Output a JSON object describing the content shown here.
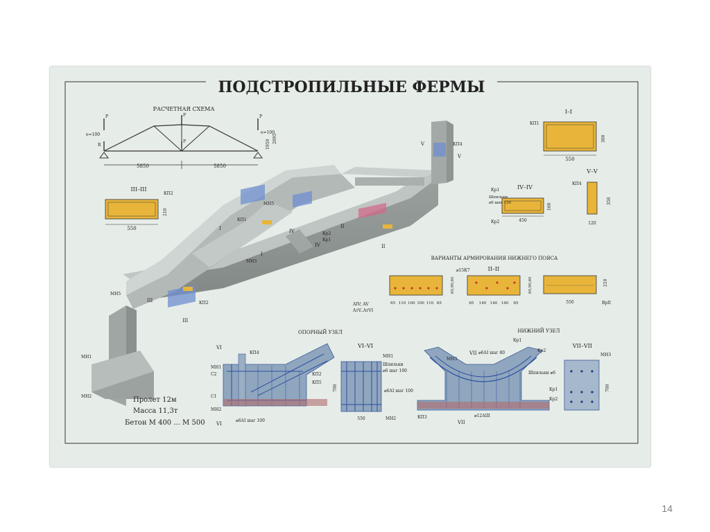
{
  "slide": {
    "page_number": "14"
  },
  "poster": {
    "title": "ПОДСТРОПИЛЬНЫЕ ФЕРМЫ",
    "corner_mark": "",
    "scheme": {
      "title": "РАСЧЕТНАЯ СХЕМА",
      "load_left": "P",
      "load_mid": "P",
      "load_right": "P",
      "load_bottom": "P",
      "left_support": "R",
      "offset_left": "e=100",
      "offset_right": "e=100",
      "height_a": "1950",
      "height_b": "2095",
      "span_left": "5850",
      "span_right": "5850"
    },
    "specs": {
      "span": "Пролет 12м",
      "mass": "Масса 11,3т",
      "concrete": "Бетон М 400 ... М 500"
    },
    "main_labels": {
      "mn5_top": "МН5",
      "kp1": "КП1",
      "kp4_top": "КП4",
      "v_left": "V",
      "v_right": "V",
      "i_top": "I",
      "i_bottom": "I",
      "iv_top": "IV",
      "iv_bottom": "IV",
      "ii_top": "II",
      "ii_bottom": "II",
      "kp2_mid": "Кр2",
      "kp1_mid": "Кр1",
      "mn3": "МН3",
      "iii_top": "III",
      "iii_bottom": "III",
      "kp2_low": "КП2",
      "mn5_low": "МН5",
      "mn1": "МН1",
      "mn2": "МН2"
    },
    "sections": {
      "s1": {
        "title": "I–I",
        "tag": "КП1",
        "height": "300",
        "width": "550"
      },
      "s3": {
        "title": "III–III",
        "tag": "КП2",
        "height": "210",
        "width": "550"
      },
      "s4": {
        "title": "IV–IV",
        "tag1": "Кр1",
        "note1": "Шпильки",
        "note2": "⌀6 шаг 150",
        "tag2": "Кр2",
        "height": "160",
        "width": "450"
      },
      "s5": {
        "title": "V–V",
        "tag": "КП4",
        "height": "350",
        "width": "120"
      }
    },
    "reinforcement": {
      "title": "ВАРИАНТЫ АРМИРОВАНИЯ НИЖНЕГО ПОЯСА",
      "section_title": "II–II",
      "bar_note": "⌀15К7",
      "dims_a": "60,90,60",
      "dims_b": "60,90,60",
      "steel_a": "AIV; AV",
      "steel_b": "AтV..AтVI",
      "spacing_a": [
        "65",
        "110",
        "100",
        "100",
        "110",
        "65"
      ],
      "spacing_b": [
        "65",
        "140",
        "140",
        "140",
        "65"
      ],
      "width": "550",
      "height": "210",
      "steel_c": "ВрII"
    },
    "support_node": {
      "title": "ОПОРНЫЙ УЗЕЛ",
      "section_title": "VI–VI",
      "labels": [
        "VI",
        "МН1",
        "С2",
        "С1",
        "МН2",
        "VI",
        "КП4",
        "КП2",
        "КП5"
      ],
      "stirrups": "⌀6АI шаг 100",
      "sec_mn1": "МН1",
      "sec_note1": "Шпильки",
      "sec_note2": "⌀6 шаг 100",
      "sec_stirrups": "⌀6АI шаг 100",
      "sec_height": "700",
      "sec_width": "550",
      "sec_mn2": "МН2"
    },
    "bottom_node": {
      "title": "НИЖНИЙ УЗЕЛ",
      "section_title": "VII–VII",
      "labels": [
        "VII",
        "МН3",
        "КП3",
        "VII",
        "Кр1",
        "Кр2",
        "Кр1",
        "Кр2"
      ],
      "stirrups_top": "⌀6АI шаг 80",
      "pins": "Шпильки ⌀6",
      "bars": "⌀12АIII",
      "sec_mn": "МН3",
      "sec_height": "700"
    },
    "footer": {
      "left": "",
      "center": "",
      "right": ""
    }
  }
}
